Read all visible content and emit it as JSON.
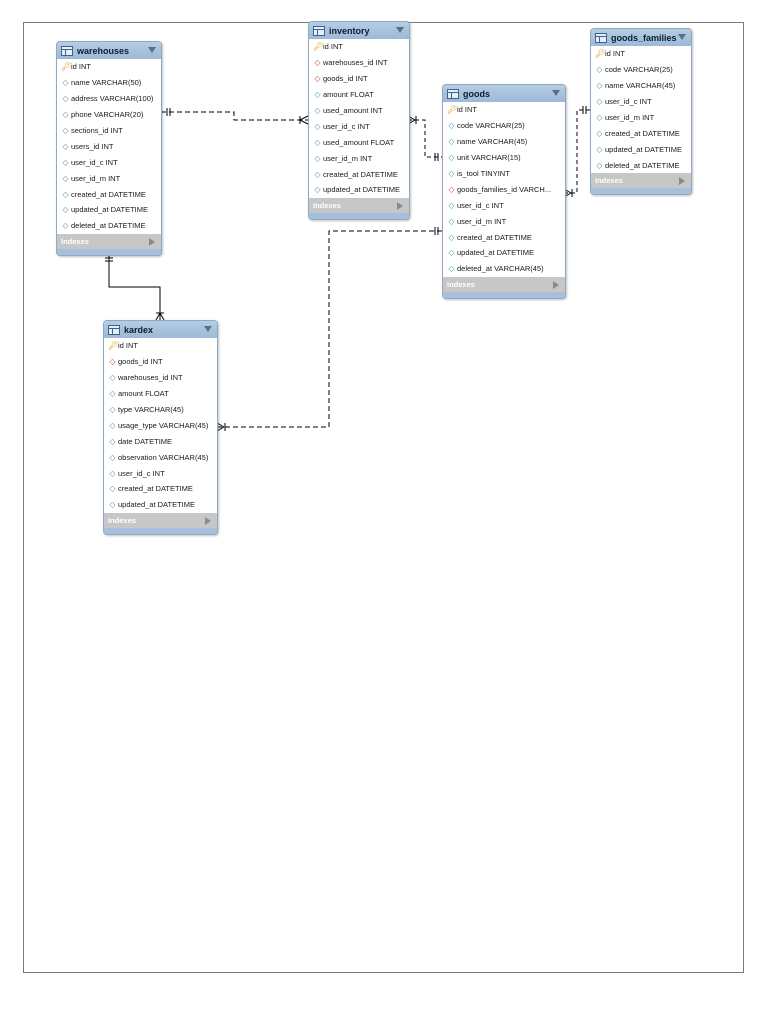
{
  "diagram": {
    "indexes_label": "Indexes",
    "tables": [
      {
        "id": "warehouses",
        "name": "warehouses",
        "columns": [
          {
            "icon": "primary-key-icon",
            "text": "id INT"
          },
          {
            "icon": "column-icon",
            "text": "name VARCHAR(50)"
          },
          {
            "icon": "column-icon",
            "text": "address VARCHAR(100)"
          },
          {
            "icon": "column-icon",
            "text": "phone VARCHAR(20)"
          },
          {
            "icon": "column-icon",
            "text": "sections_id INT"
          },
          {
            "icon": "column-icon",
            "text": "users_id INT"
          },
          {
            "icon": "column-icon",
            "text": "user_id_c INT"
          },
          {
            "icon": "column-icon",
            "text": "user_id_m INT"
          },
          {
            "icon": "column-icon",
            "text": "created_at DATETIME"
          },
          {
            "icon": "column-icon",
            "text": "updated_at DATETIME"
          },
          {
            "icon": "column-icon",
            "text": "deleted_at DATETIME"
          }
        ]
      },
      {
        "id": "inventory",
        "name": "inventory",
        "columns": [
          {
            "icon": "primary-key-icon",
            "text": "id INT"
          },
          {
            "icon": "foreign-key-icon",
            "text": "warehouses_id INT"
          },
          {
            "icon": "foreign-key-icon",
            "text": "goods_id INT"
          },
          {
            "icon": "column-icon",
            "text": "amount FLOAT"
          },
          {
            "icon": "column-icon",
            "text": "used_amount INT"
          },
          {
            "icon": "column-icon",
            "text": "user_id_c INT"
          },
          {
            "icon": "column-icon",
            "text": "used_amount FLOAT"
          },
          {
            "icon": "column-icon",
            "text": "user_id_m INT"
          },
          {
            "icon": "column-icon",
            "text": "created_at DATETIME"
          },
          {
            "icon": "column-icon",
            "text": "updated_at DATETIME"
          }
        ]
      },
      {
        "id": "goods",
        "name": "goods",
        "columns": [
          {
            "icon": "primary-key-icon",
            "text": "id INT"
          },
          {
            "icon": "column-icon",
            "text": "code VARCHAR(25)"
          },
          {
            "icon": "column-icon",
            "text": "name VARCHAR(45)"
          },
          {
            "icon": "column-icon",
            "text": "unit VARCHAR(15)"
          },
          {
            "icon": "column-icon",
            "text": "is_tool TINYINT"
          },
          {
            "icon": "foreign-key-icon",
            "text": "goods_families_id VARCH..."
          },
          {
            "icon": "column-icon",
            "text": "user_id_c INT"
          },
          {
            "icon": "column-icon",
            "text": "user_id_m INT"
          },
          {
            "icon": "column-icon",
            "text": "created_at DATETIME"
          },
          {
            "icon": "column-icon",
            "text": "updated_at DATETIME"
          },
          {
            "icon": "column-icon",
            "text": "deleted_at VARCHAR(45)"
          }
        ]
      },
      {
        "id": "goods_families",
        "name": "goods_families",
        "columns": [
          {
            "icon": "primary-key-icon",
            "text": "id INT"
          },
          {
            "icon": "column-icon",
            "text": "code VARCHAR(25)"
          },
          {
            "icon": "column-icon",
            "text": "name VARCHAR(45)"
          },
          {
            "icon": "column-icon",
            "text": "user_id_c INT"
          },
          {
            "icon": "column-icon",
            "text": "user_id_m INT"
          },
          {
            "icon": "column-icon",
            "text": "created_at DATETIME"
          },
          {
            "icon": "column-icon",
            "text": "updated_at DATETIME"
          },
          {
            "icon": "column-icon",
            "text": "deleted_at DATETIME"
          }
        ]
      },
      {
        "id": "kardex",
        "name": "kardex",
        "columns": [
          {
            "icon": "primary-key-icon",
            "text": "id INT"
          },
          {
            "icon": "foreign-key-icon",
            "text": "goods_id INT"
          },
          {
            "icon": "column-icon",
            "text": "warehouses_id INT"
          },
          {
            "icon": "column-icon",
            "text": "amount FLOAT"
          },
          {
            "icon": "column-icon",
            "text": "type VARCHAR(45)"
          },
          {
            "icon": "column-icon",
            "text": "usage_type VARCHAR(45)"
          },
          {
            "icon": "column-icon",
            "text": "date DATETIME"
          },
          {
            "icon": "column-icon",
            "text": "observation VARCHAR(45)"
          },
          {
            "icon": "column-icon",
            "text": "user_id_c INT"
          },
          {
            "icon": "column-icon",
            "text": "created_at DATETIME"
          },
          {
            "icon": "column-icon",
            "text": "updated_at DATETIME"
          }
        ]
      }
    ],
    "relationships": [
      {
        "from": "warehouses",
        "to": "inventory",
        "style": "dashed"
      },
      {
        "from": "inventory",
        "to": "goods",
        "style": "dashed"
      },
      {
        "from": "goods",
        "to": "goods_families",
        "style": "dashed"
      },
      {
        "from": "warehouses",
        "to": "kardex",
        "style": "solid"
      },
      {
        "from": "kardex",
        "to": "goods",
        "style": "dashed"
      }
    ]
  }
}
